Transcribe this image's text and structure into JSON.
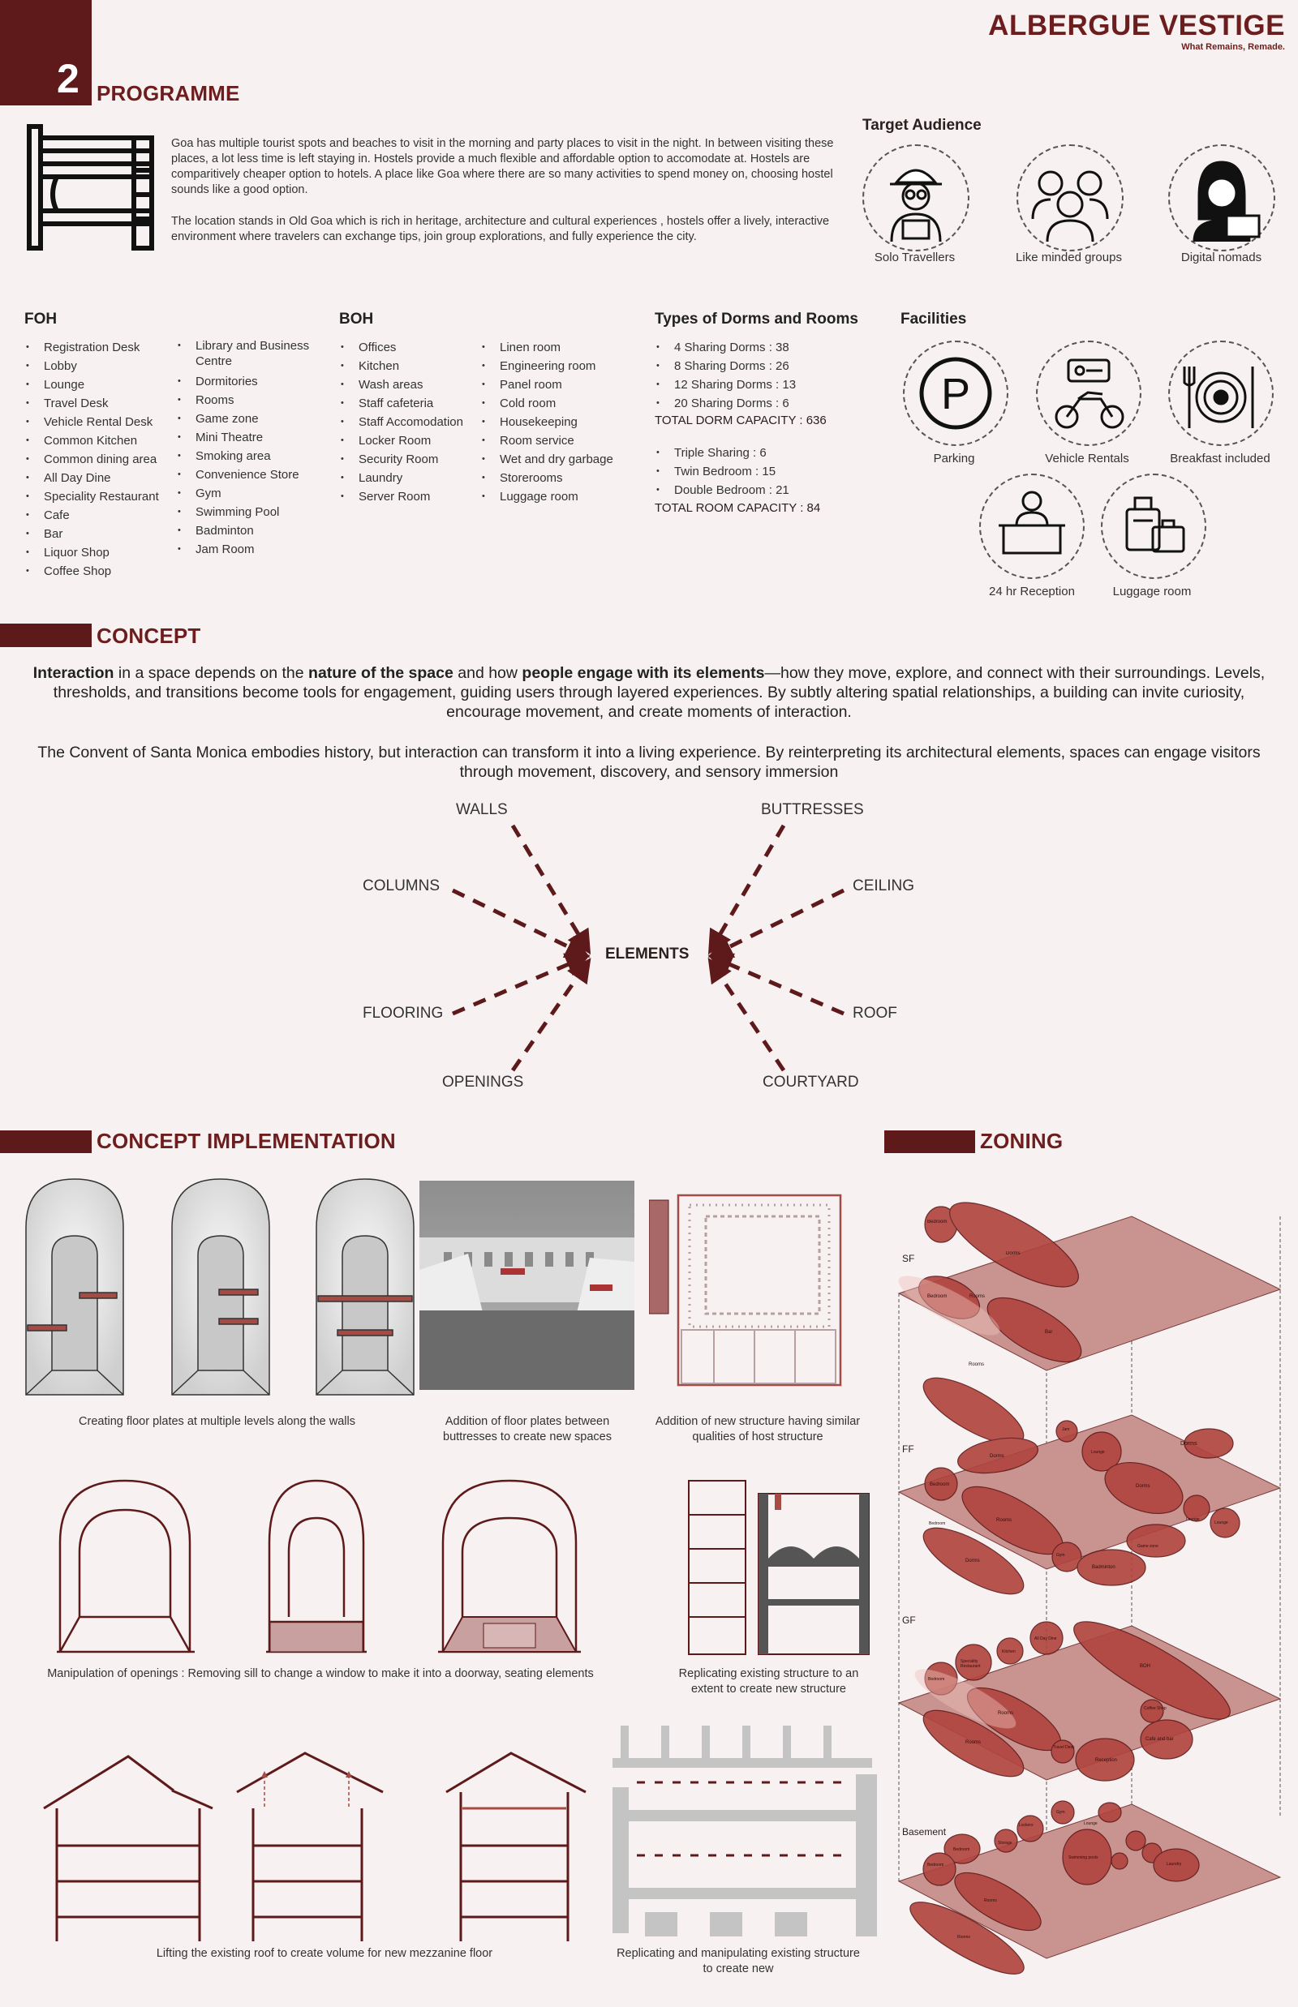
{
  "header": {
    "brand": "ALBERGUE VESTIGE",
    "tagline": "What Remains, Remade.",
    "section_number": "2",
    "section_title": "PROGRAMME"
  },
  "intro": {
    "p1": "Goa has multiple tourist spots and beaches to visit in the morning and party places to visit in the night. In between visiting these places, a lot less time is left staying in. Hostels provide a much flexible and affordable option to accomodate at. Hostels are comparitively cheaper option to hotels. A place like Goa where there are so many activities to spend money on, choosing hostel sounds like a good option.",
    "p2": "The location stands in Old Goa which is rich in heritage, architecture and cultural experiences , hostels offer a lively, interactive environment where travelers can exchange tips, join group explorations, and fully experience the city."
  },
  "audience": {
    "title": "Target Audience",
    "items": [
      "Solo Travellers",
      "Like minded groups",
      "Digital nomads"
    ]
  },
  "foh": {
    "title": "FOH",
    "col1": [
      "Registration Desk",
      "Lobby",
      "Lounge",
      "Travel Desk",
      "Vehicle Rental Desk",
      "Common Kitchen",
      "Common dining area",
      "All Day Dine",
      "Speciality Restaurant",
      "Cafe",
      "Bar",
      "Liquor Shop",
      "Coffee Shop"
    ],
    "col2": [
      "Library and Business Centre",
      "Dormitories",
      "Rooms",
      "Game zone",
      "Mini Theatre",
      "Smoking area",
      "Convenience Store",
      "Gym",
      "Swimming Pool",
      "Badminton",
      "Jam Room"
    ]
  },
  "boh": {
    "title": "BOH",
    "col1": [
      "Offices",
      "Kitchen",
      "Wash areas",
      "Staff cafeteria",
      "Staff Accomodation",
      "Locker Room",
      "Security Room",
      "Laundry",
      "Server Room"
    ],
    "col2": [
      "Linen room",
      "Engineering room",
      "Panel room",
      "Cold room",
      "Housekeeping",
      "Room service",
      "Wet and dry garbage",
      "Storerooms",
      "Luggage room"
    ]
  },
  "dorms": {
    "title": "Types of Dorms and Rooms",
    "dorm_list": [
      "4 Sharing Dorms : 38",
      "8 Sharing Dorms : 26",
      "12 Sharing Dorms : 13",
      "20 Sharing Dorms : 6"
    ],
    "dorm_total": "TOTAL DORM CAPACITY : 636",
    "room_list": [
      "Triple Sharing : 6",
      "Twin Bedroom : 15",
      "Double Bedroom : 21"
    ],
    "room_total": "TOTAL ROOM CAPACITY : 84"
  },
  "facilities": {
    "title": "Facilities",
    "items": [
      "Parking",
      "Vehicle Rentals",
      "Breakfast included",
      "24 hr Reception",
      "Luggage room"
    ]
  },
  "concept": {
    "title": "CONCEPT",
    "p1_parts": [
      "Interaction",
      " in a space depends on the ",
      "nature of the space",
      " and how ",
      "people engage with its elements",
      "—how they move, explore, and connect with their surroundings. Levels, thresholds, and transitions become tools for engagement, guiding users through layered experiences. By subtly altering spatial relationships, a building can invite curiosity, encourage movement, and create moments of interaction."
    ],
    "p2": "The Convent of Santa Monica embodies history, but interaction can transform it into a living experience. By reinterpreting its architectural elements, spaces can engage visitors through movement, discovery, and sensory immersion",
    "center": "ELEMENTS",
    "left": [
      "WALLS",
      "COLUMNS",
      "FLOORING",
      "OPENINGS"
    ],
    "right": [
      "BUTTRESSES",
      "CEILING",
      "ROOF",
      "COURTYARD"
    ]
  },
  "implementation": {
    "title": "CONCEPT IMPLEMENTATION",
    "captions": [
      "Creating floor plates at multiple levels along the walls",
      "Addition of floor plates between buttresses to create new spaces",
      "Addition of new structure having similar qualities of host structure",
      "Manipulation of openings : Removing sill to change a window to make it into a doorway, seating elements",
      "Replicating existing structure to an extent to create new structure",
      "Lifting the existing roof to create volume for new mezzanine floor",
      "Replicating and manipulating existing structure to create new"
    ]
  },
  "zoning": {
    "title": "ZONING",
    "levels": [
      "SF",
      "FF",
      "GF",
      "Basement"
    ],
    "sf_labels": [
      "Bedroom",
      "Dorms",
      "Rooms",
      "Bar",
      "Rooms",
      "Bedroom"
    ],
    "ff_labels": [
      "Dorms",
      "Bedroom",
      "Dorms",
      "Rooms",
      "Dorms",
      "Bedroom",
      "Dorms",
      "Jam",
      "Badminton",
      "Game zone",
      "Lounge",
      "Lounge",
      "Lounge",
      "Gym"
    ],
    "gf_labels": [
      "All Day Dine",
      "Kitchen",
      "Speciality Restaurant",
      "Bedroom",
      "BOH",
      "Coffee Shop",
      "Cafe and bar",
      "Reception",
      "Rooms",
      "Rooms",
      "Travel Desk"
    ],
    "bs_labels": [
      "Bedroom",
      "Storage",
      "Lockers",
      "Gym",
      "Laundry",
      "Swimming pools",
      "Bedroom",
      "Rooms",
      "Rooms",
      "Lounge"
    ]
  },
  "colors": {
    "accent": "#6d1d1d",
    "zone_fill": "#a83a3a",
    "plate": "#c9948f"
  }
}
